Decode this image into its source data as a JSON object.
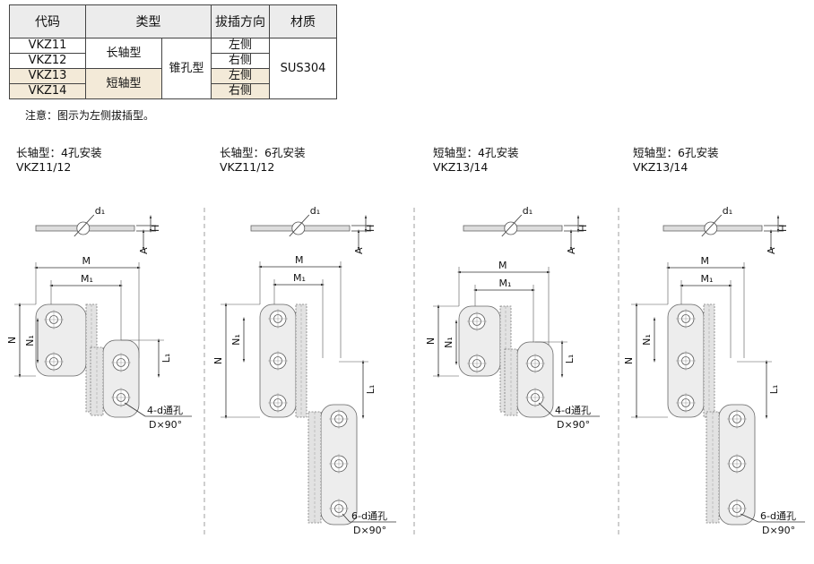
{
  "table": {
    "headers": {
      "code": "代码",
      "type": "类型",
      "direction": "拔插方向",
      "material": "材质"
    },
    "rows": [
      {
        "code": "VKZ11",
        "direction": "左侧"
      },
      {
        "code": "VKZ12",
        "direction": "右侧"
      },
      {
        "code": "VKZ13",
        "direction": "左侧"
      },
      {
        "code": "VKZ14",
        "direction": "右侧"
      }
    ],
    "long_axis": "长轴型",
    "short_axis": "短轴型",
    "cone_hole": "锥孔型",
    "material": "SUS304"
  },
  "note": "注意：图示为左侧拔插型。",
  "views": [
    {
      "title": "长轴型：4孔安装",
      "models": "VKZ11/12",
      "hole_label": "4-d通孔"
    },
    {
      "title": "长轴型：6孔安装",
      "models": "VKZ11/12",
      "hole_label": "6-d通孔"
    },
    {
      "title": "短轴型：4孔安装",
      "models": "VKZ13/14",
      "hole_label": "4-d通孔"
    },
    {
      "title": "短轴型：6孔安装",
      "models": "VKZ13/14",
      "hole_label": "6-d通孔"
    }
  ],
  "dims": {
    "d1": "d₁",
    "H": "H",
    "A": "A",
    "M": "M",
    "M1": "M₁",
    "N": "N",
    "N1": "N₁",
    "L1": "L₁",
    "angle": "D×90°"
  }
}
